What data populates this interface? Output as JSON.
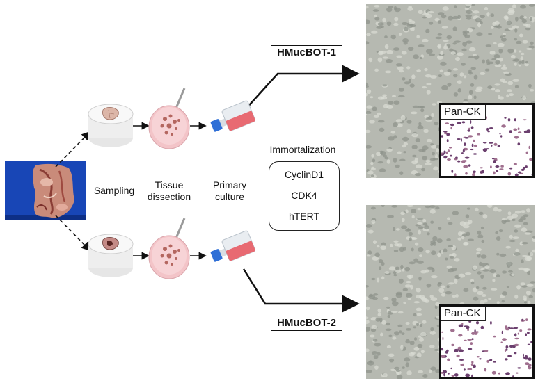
{
  "steps": {
    "sampling": "Sampling",
    "tissue_dissection": "Tissue\ndissection",
    "primary_culture": "Primary\nculture"
  },
  "immortalization": {
    "title": "Immortalization",
    "factors": [
      "CyclinD1",
      "CDK4",
      "hTERT"
    ]
  },
  "lines": [
    {
      "name": "HMucBOT-1",
      "inset_label": "Pan-CK"
    },
    {
      "name": "HMucBOT-2",
      "inset_label": "Pan-CK"
    }
  ],
  "colors": {
    "specimen_bg": "#1a4fc4",
    "flask_cap": "#2f6fd6",
    "flask_medium": "#e86a72",
    "dish_pink": "#f3c4c8",
    "micro_bg": "#b6b9b1",
    "stain": "#6b3f6e"
  }
}
